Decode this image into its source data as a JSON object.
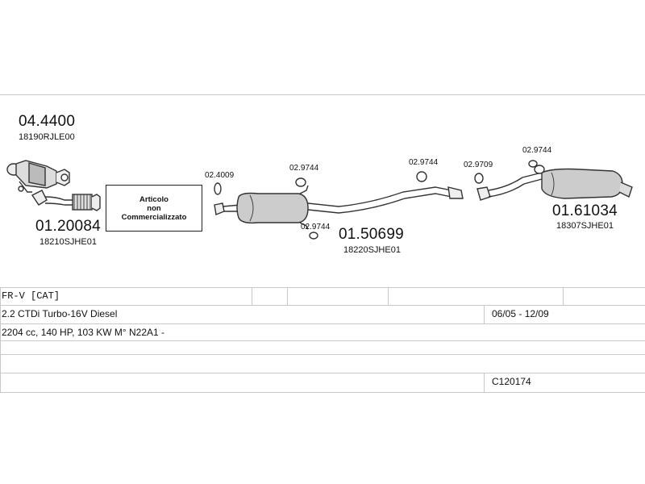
{
  "parts": {
    "p1": {
      "number": "04.4400",
      "oem": "18190RJLE00"
    },
    "p2": {
      "number": "01.20084",
      "oem": "18210SJHE01"
    },
    "p3": {
      "number": "01.50699",
      "oem": "18220SJHE01"
    },
    "p4": {
      "number": "01.61034",
      "oem": "18307SJHE01"
    }
  },
  "small_parts": {
    "gasket_a": "02.4009",
    "gasket_b": "02.9744",
    "gasket_c": "02.9744",
    "gasket_d": "02.9744",
    "gasket_e": "02.9709",
    "gasket_f": "02.9744"
  },
  "not_available": {
    "line1": "Articolo",
    "line2": "non",
    "line3": "Commercializzato"
  },
  "table": {
    "model": "FR-V [CAT]",
    "engine": "2.2 CTDi Turbo-16V Diesel",
    "dates": "06/05 - 12/09",
    "specs": "2204 cc, 140 HP, 103 KW M° N22A1 -",
    "ref": "C120174"
  }
}
